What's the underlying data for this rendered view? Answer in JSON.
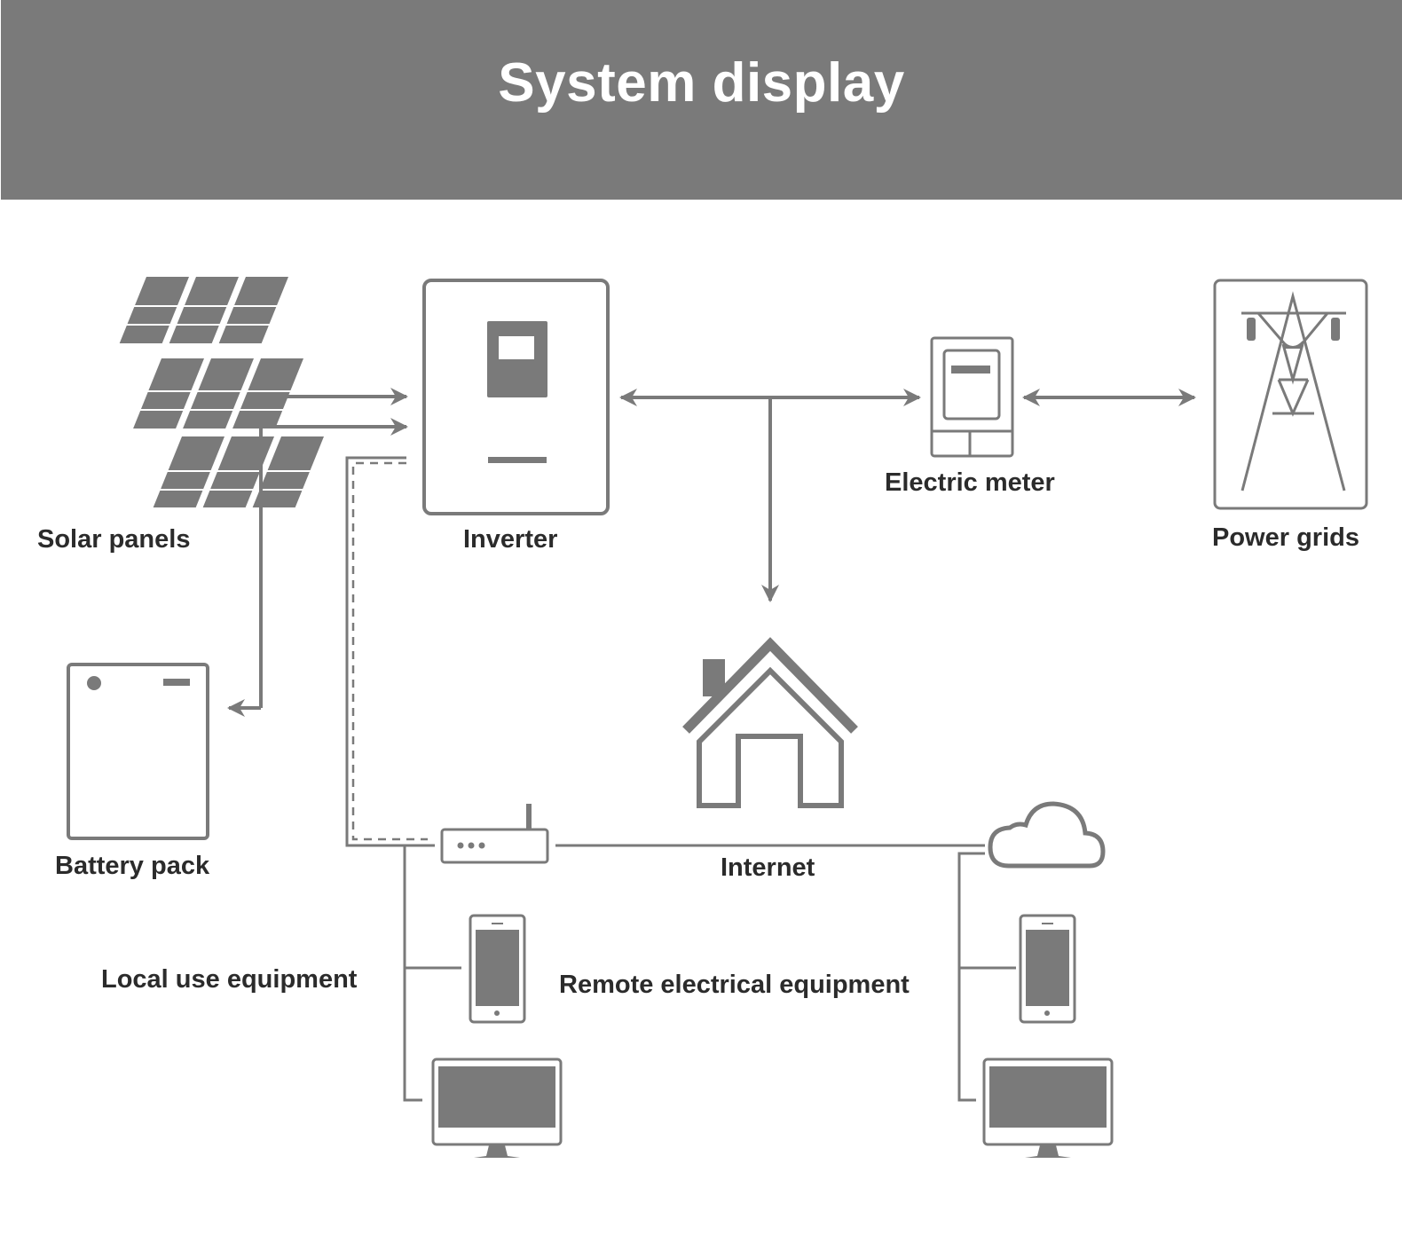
{
  "header": {
    "title": "System display",
    "background": "#7a7a7a"
  },
  "colors": {
    "icon_gray": "#7a7a7a",
    "label_text": "#2b2b2b"
  },
  "nodes": {
    "solar_panels": {
      "label": "Solar panels",
      "icon": "solar-panel-array-icon"
    },
    "inverter": {
      "label": "Inverter",
      "icon": "inverter-icon"
    },
    "electric_meter": {
      "label": "Electric meter",
      "icon": "electric-meter-icon"
    },
    "power_grids": {
      "label": "Power grids",
      "icon": "transmission-tower-icon"
    },
    "battery_pack": {
      "label": "Battery pack",
      "icon": "battery-icon"
    },
    "home": {
      "icon": "house-icon"
    },
    "router": {
      "icon": "router-icon"
    },
    "internet": {
      "label": "Internet",
      "icon": "cloud-icon"
    },
    "local_equipment": {
      "label": "Local use equipment",
      "devices": [
        "smartphone-icon",
        "desktop-monitor-icon"
      ]
    },
    "remote_equipment": {
      "label": "Remote electrical equipment",
      "devices": [
        "smartphone-icon",
        "desktop-monitor-icon"
      ]
    }
  },
  "connections": [
    {
      "from": "solar_panels",
      "to": "inverter",
      "type": "arrow"
    },
    {
      "from": "battery_pack",
      "to": "inverter",
      "type": "arrow"
    },
    {
      "from": "inverter",
      "to": "battery_pack",
      "type": "arrow"
    },
    {
      "from": "inverter",
      "to": "electric_meter",
      "type": "bidirectional"
    },
    {
      "from": "electric_meter",
      "to": "power_grids",
      "type": "bidirectional"
    },
    {
      "from": "inverter",
      "to": "home",
      "type": "arrow"
    },
    {
      "from": "inverter",
      "to": "router",
      "type": "dashed"
    },
    {
      "from": "router",
      "to": "internet",
      "type": "line"
    },
    {
      "from": "router",
      "to": "local_equipment",
      "type": "line"
    },
    {
      "from": "internet",
      "to": "remote_equipment",
      "type": "line"
    }
  ]
}
